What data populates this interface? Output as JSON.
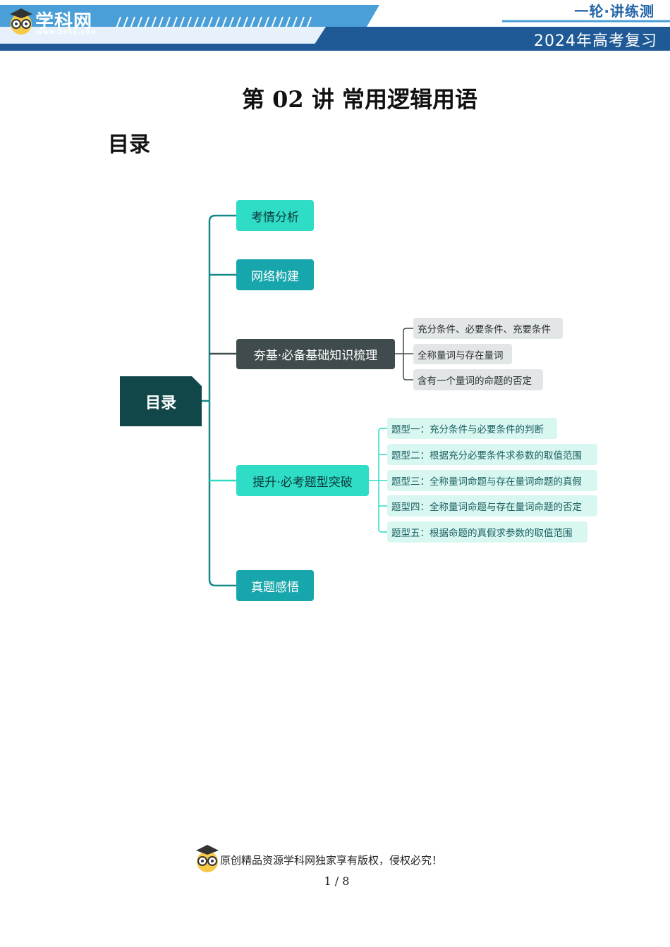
{
  "header": {
    "logo_text": "学科网",
    "logo_url": "WWW.ZXXK.COM",
    "series": "一轮·讲练测",
    "year_label": "2024年高考复习",
    "colors": {
      "primary": "#1f5a96",
      "accent": "#4a9fd8"
    }
  },
  "page_title": "第 02 讲  常用逻辑用语",
  "toc_heading": "目录",
  "mindmap": {
    "root": "目录",
    "branches": [
      {
        "label": "考情分析"
      },
      {
        "label": "网络构建"
      },
      {
        "label": "夯基·必备基础知识梳理",
        "children": [
          "充分条件、必要条件、充要条件",
          "全称量词与存在量词",
          "含有一个量词的命题的否定"
        ]
      },
      {
        "label": "提升·必考题型突破",
        "children": [
          "题型一：充分条件与必要条件的判断",
          "题型二：根据充分必要条件求参数的取值范围",
          "题型三：全称量词命题与存在量词命题的真假",
          "题型四：全称量词命题与存在量词命题的否定",
          "题型五：根据命题的真假求参数的取值范围"
        ]
      },
      {
        "label": "真题感悟"
      }
    ],
    "colors": {
      "root": "#12474a",
      "light_node": "#2fdcc6",
      "teal_node": "#17a6ac",
      "dark_node": "#3f4b4d",
      "line": "#138a88"
    }
  },
  "footer": {
    "copyright": "原创精品资源学科网独家享有版权，侵权必究！",
    "page_number": "1 / 8"
  }
}
